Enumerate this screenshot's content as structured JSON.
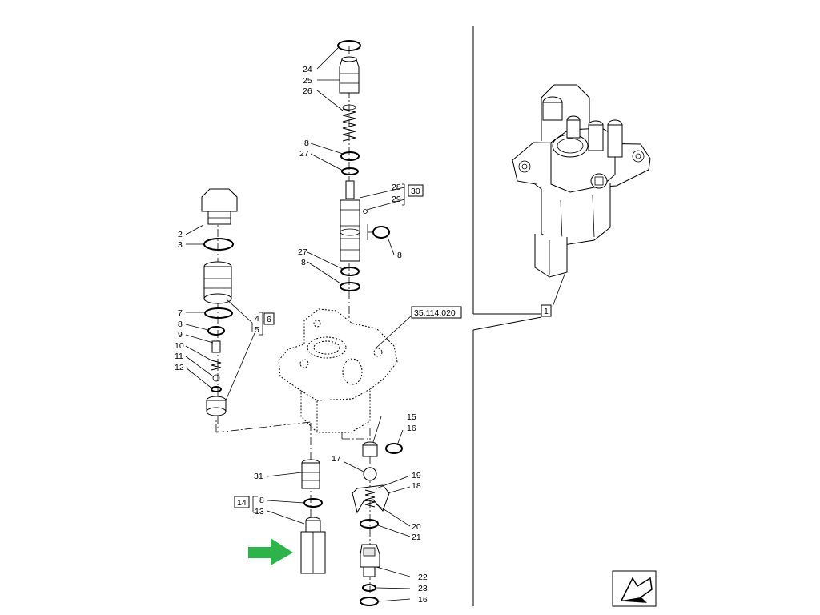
{
  "callouts": {
    "c24": "24",
    "c25": "25",
    "c26": "26",
    "c8a": "8",
    "c27a": "27",
    "c28": "28",
    "c29": "29",
    "c30": "30",
    "c8b": "8",
    "c27b": "27",
    "c8c": "8",
    "c35": "35.114.020",
    "c2": "2",
    "c3": "3",
    "c7": "7",
    "c8d": "8",
    "c9": "9",
    "c10": "10",
    "c11": "11",
    "c12": "12",
    "c4": "4",
    "c5": "5",
    "c6": "6",
    "c15": "15",
    "c16a": "16",
    "c17": "17",
    "c19": "19",
    "c18": "18",
    "c31": "31",
    "c14": "14",
    "c8e": "8",
    "c13": "13",
    "c20": "20",
    "c21": "21",
    "c22": "22",
    "c23": "23",
    "c16b": "16",
    "c1": "1"
  },
  "icons": {
    "arrow": "green-arrow-icon",
    "nav": "navigation-arrow-icon"
  },
  "colors": {
    "arrow": "#2db34a",
    "ink": "#000000"
  }
}
